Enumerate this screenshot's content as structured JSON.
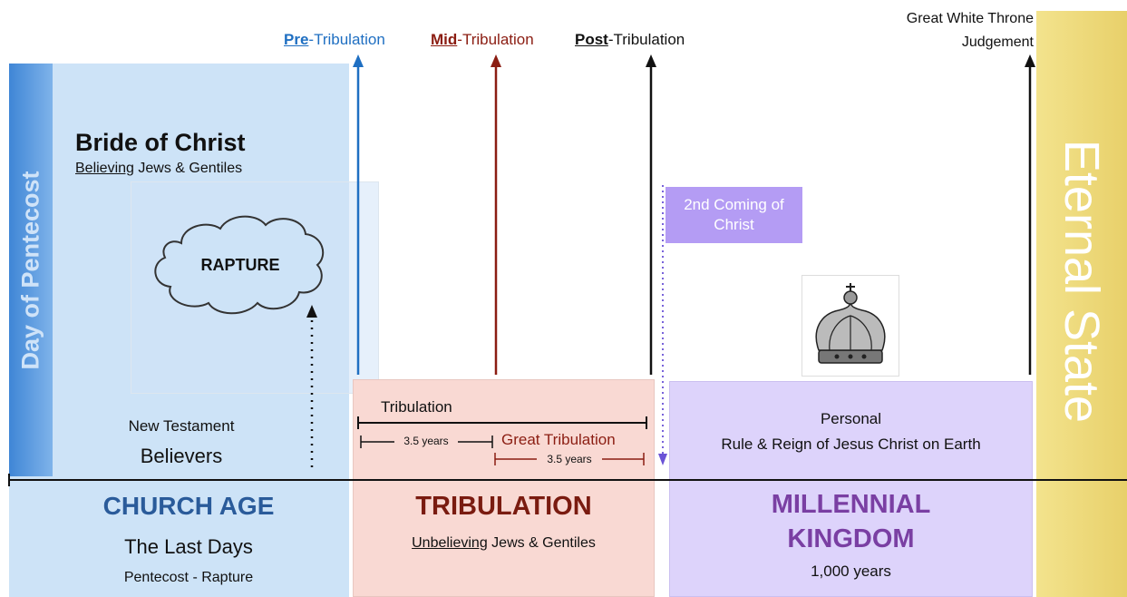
{
  "top_labels": {
    "pre_bold": "Pre",
    "pre_rest": "-Tribulation",
    "mid_bold": "Mid",
    "mid_rest": "-Tribulation",
    "post_bold": "Post",
    "post_rest": "-Tribulation",
    "gwt_line1": "Great White Throne",
    "gwt_line2": "Judgement"
  },
  "church": {
    "side_label": "Day of Pentecost",
    "bride_title": "Bride of Christ",
    "bride_sub_underlined": "Believing",
    "bride_sub_rest": " Jews & Gentiles",
    "rapture": "RAPTURE",
    "nt_line1": "New Testament",
    "nt_line2": "Believers",
    "age_title": "CHURCH AGE",
    "age_sub": "The Last Days",
    "age_range": "Pentecost - Rapture"
  },
  "tribulation": {
    "label": "Tribulation",
    "first_half": "3.5 years",
    "great": "Great Tribulation",
    "second_half": "3.5 years",
    "title": "TRIBULATION",
    "sub_underlined": "Unbelieving",
    "sub_rest": " Jews & Gentiles"
  },
  "second_coming": "2nd Coming of Christ",
  "millennium": {
    "line1": "Personal",
    "line2": "Rule & Reign of Jesus Christ on Earth",
    "title_line1": "MILLENNIAL",
    "title_line2": "KINGDOM",
    "duration": "1,000 years"
  },
  "eternal": "Eternal State",
  "colors": {
    "pre": "#1f6fc2",
    "mid": "#8b1d12",
    "post": "#111111",
    "church_title": "#2a5b9a",
    "trib_title": "#7a1b10",
    "mill_title": "#7a3fa3",
    "great_trib": "#8b1d12",
    "second_coming_dots": "#6a52d6"
  },
  "icons": {
    "crown": "crown-icon",
    "cloud": "cloud-icon"
  }
}
